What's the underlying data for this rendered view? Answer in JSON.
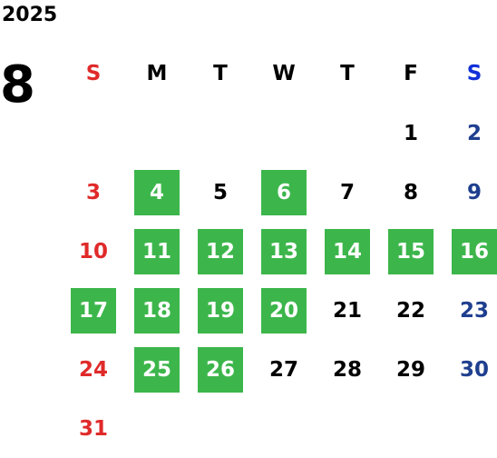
{
  "calendar": {
    "year": "2025",
    "month": "8",
    "weekday_headers": [
      "S",
      "M",
      "T",
      "W",
      "T",
      "F",
      "S"
    ],
    "colors": {
      "sunday": "#e02a2a",
      "saturday_header": "#1030d8",
      "saturday": "#1f3f8f",
      "highlight_bg": "#3cb64b",
      "highlight_text": "#ffffff",
      "weekday": "#000000"
    },
    "weeks": [
      [
        null,
        null,
        null,
        null,
        null,
        {
          "d": "1",
          "hl": false
        },
        {
          "d": "2",
          "hl": false
        }
      ],
      [
        {
          "d": "3",
          "hl": false
        },
        {
          "d": "4",
          "hl": true
        },
        {
          "d": "5",
          "hl": false
        },
        {
          "d": "6",
          "hl": true
        },
        {
          "d": "7",
          "hl": false
        },
        {
          "d": "8",
          "hl": false
        },
        {
          "d": "9",
          "hl": false
        }
      ],
      [
        {
          "d": "10",
          "hl": false
        },
        {
          "d": "11",
          "hl": true
        },
        {
          "d": "12",
          "hl": true
        },
        {
          "d": "13",
          "hl": true
        },
        {
          "d": "14",
          "hl": true
        },
        {
          "d": "15",
          "hl": true
        },
        {
          "d": "16",
          "hl": true
        }
      ],
      [
        {
          "d": "17",
          "hl": true
        },
        {
          "d": "18",
          "hl": true
        },
        {
          "d": "19",
          "hl": true
        },
        {
          "d": "20",
          "hl": true
        },
        {
          "d": "21",
          "hl": false
        },
        {
          "d": "22",
          "hl": false
        },
        {
          "d": "23",
          "hl": false
        }
      ],
      [
        {
          "d": "24",
          "hl": false
        },
        {
          "d": "25",
          "hl": true
        },
        {
          "d": "26",
          "hl": true
        },
        {
          "d": "27",
          "hl": false
        },
        {
          "d": "28",
          "hl": false
        },
        {
          "d": "29",
          "hl": false
        },
        {
          "d": "30",
          "hl": false
        }
      ],
      [
        {
          "d": "31",
          "hl": false
        },
        null,
        null,
        null,
        null,
        null,
        null
      ]
    ]
  }
}
